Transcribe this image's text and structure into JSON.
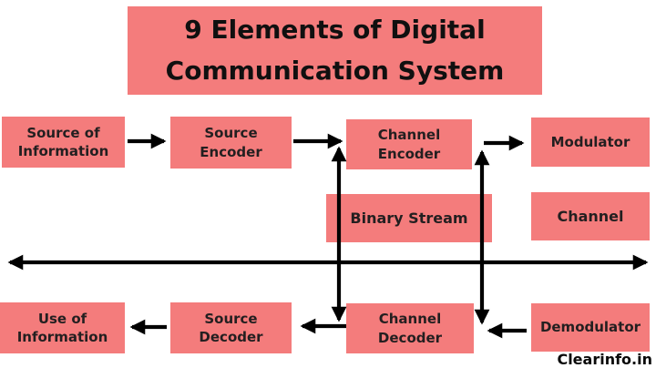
{
  "title": "9 Elements of Digital\nCommunication System",
  "watermark": "Clearinfo.in",
  "colors": {
    "box_fill": "#F47C7C",
    "box_text": "#231F20",
    "arrow": "#000000",
    "background": "#FFFFFF"
  },
  "boxes": {
    "source_of_information": "Source of\nInformation",
    "source_encoder": "Source\nEncoder",
    "channel_encoder": "Channel\nEncoder",
    "modulator": "Modulator",
    "binary_stream": "Binary Stream",
    "channel": "Channel",
    "use_of_information": "Use of\nInformation",
    "source_decoder": "Source\nDecoder",
    "channel_decoder": "Channel\nDecoder",
    "demodulator": "Demodulator"
  },
  "connections": [
    "source_of_information -> source_encoder",
    "source_encoder -> channel_encoder",
    "binary_stream junction -> modulator",
    "vertical binary-stream line (encoder side, double-headed)",
    "vertical binary-stream line (modulator side, double-headed)",
    "full-width double-headed channel axis",
    "source_decoder -> use_of_information",
    "channel_decoder -> source_decoder",
    "demodulator -> channel_decoder"
  ]
}
